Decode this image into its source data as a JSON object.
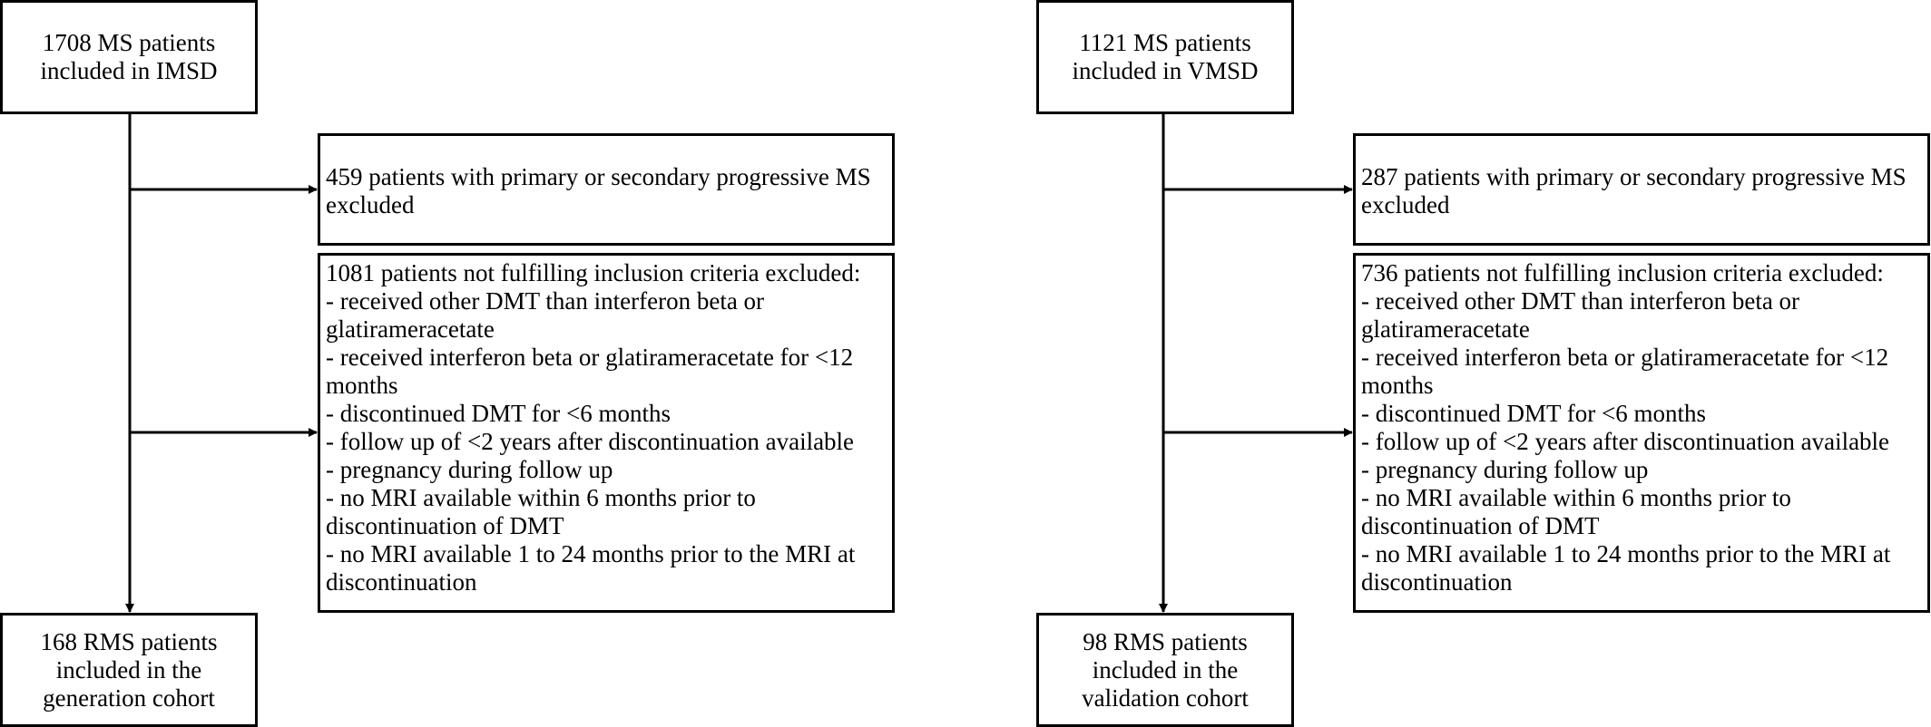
{
  "left_flow": {
    "top_box": [
      "1708 MS patients",
      "included in IMSD"
    ],
    "exclusion_1": [
      "459 patients with primary or secondary progressive MS",
      "excluded"
    ],
    "exclusion_2": [
      "1081 patients not fulfilling inclusion criteria excluded:",
      "- received other DMT than interferon beta or",
      "glatirameracetate",
      "- received interferon beta or glatirameracetate for <12",
      "months",
      "- discontinued DMT for <6 months",
      "- follow up of <2 years after discontinuation available",
      "- pregnancy during follow up",
      "- no MRI available within 6 months prior to",
      "discontinuation of DMT",
      "- no MRI available 1 to 24 months prior to the MRI at",
      "discontinuation"
    ],
    "bottom_box": [
      "168 RMS patients",
      "included in the",
      "generation cohort"
    ]
  },
  "right_flow": {
    "top_box": [
      "1121 MS patients",
      "included in VMSD"
    ],
    "exclusion_1": [
      "287 patients with primary or secondary progressive MS",
      "excluded"
    ],
    "exclusion_2": [
      "736 patients not fulfilling inclusion criteria excluded:",
      "- received other DMT than interferon beta or",
      "glatirameracetate",
      "- received interferon beta or glatirameracetate for <12",
      "months",
      "- discontinued DMT for <6 months",
      "- follow up of <2 years after discontinuation available",
      "- pregnancy during follow up",
      "- no MRI available within 6 months prior to",
      "discontinuation of DMT",
      "- no MRI available 1 to 24 months prior to the MRI at",
      "discontinuation"
    ],
    "bottom_box": [
      "98 RMS patients",
      "included in the",
      "validation cohort"
    ]
  }
}
